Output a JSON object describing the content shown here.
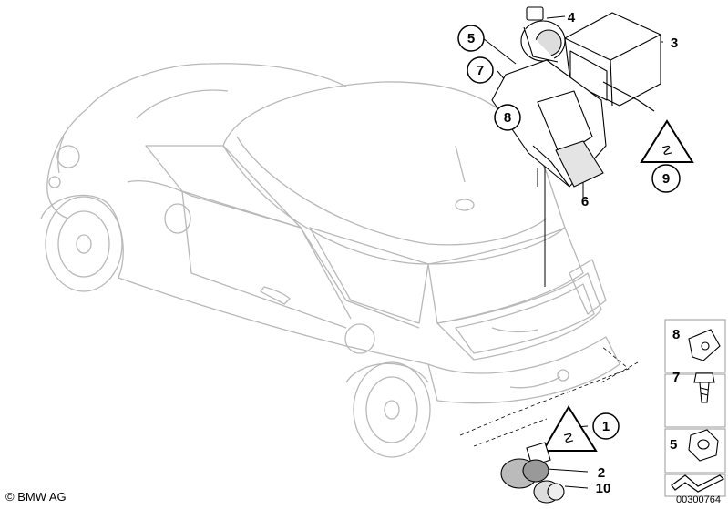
{
  "callouts": [
    "1",
    "2",
    "3",
    "4",
    "5",
    "6",
    "7",
    "8",
    "9",
    "10"
  ],
  "side_panel": [
    "8",
    "7",
    "5"
  ],
  "footer": {
    "copyright": "© BMW AG",
    "diagram_id": "00300764"
  },
  "colors": {
    "line": "#000000",
    "car": "#b8b8b8",
    "panel_border": "#9a9a9a"
  }
}
